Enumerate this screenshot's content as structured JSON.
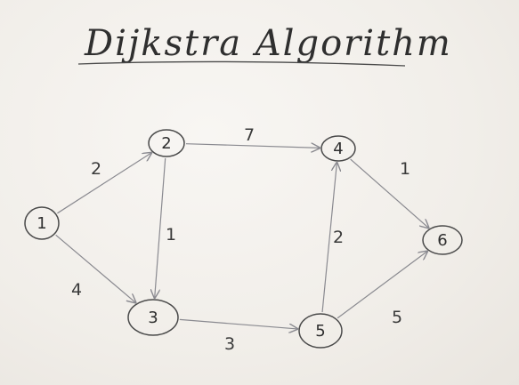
{
  "title": "Dijkstra Algorithm",
  "colors": {
    "ink": "#3a3a3a",
    "arrow": "#8a8a90",
    "board": "#f3f0ec"
  },
  "nodes": [
    {
      "id": "1",
      "label": "1"
    },
    {
      "id": "2",
      "label": "2"
    },
    {
      "id": "3",
      "label": "3"
    },
    {
      "id": "4",
      "label": "4"
    },
    {
      "id": "5",
      "label": "5"
    },
    {
      "id": "6",
      "label": "6"
    }
  ],
  "edges": [
    {
      "from": "1",
      "to": "2",
      "weight": "2"
    },
    {
      "from": "1",
      "to": "3",
      "weight": "4"
    },
    {
      "from": "2",
      "to": "4",
      "weight": "7"
    },
    {
      "from": "2",
      "to": "3",
      "weight": "1"
    },
    {
      "from": "3",
      "to": "5",
      "weight": "3"
    },
    {
      "from": "5",
      "to": "4",
      "weight": "2"
    },
    {
      "from": "4",
      "to": "6",
      "weight": "1"
    },
    {
      "from": "5",
      "to": "6",
      "weight": "5"
    }
  ]
}
